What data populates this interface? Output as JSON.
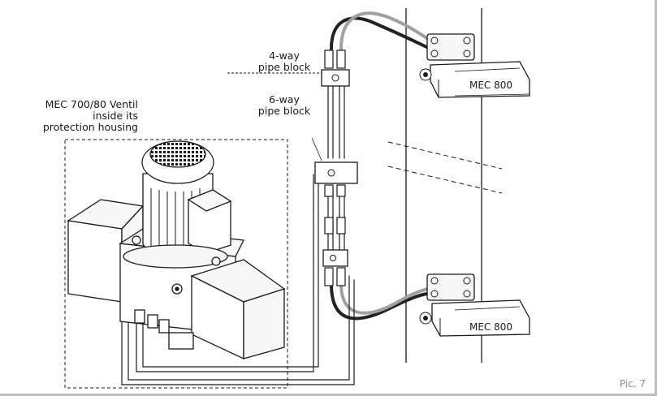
{
  "labels": {
    "valve_title_line1": "MEC 700/80 Ventil",
    "valve_title_line2": "inside its",
    "valve_title_line3": "protection housing",
    "block4_line1": "4-way",
    "block4_line2": "pipe block",
    "block6_line1": "6-way",
    "block6_line2": "pipe block",
    "actuator_top": "MEC 800",
    "actuator_bottom": "MEC 800",
    "figure_id": "Pic. 7"
  },
  "icons": {
    "motor": "electric-motor-icon",
    "valve": "hydraulic-valve-block-icon",
    "actuator": "linear-actuator-icon"
  },
  "colors": {
    "line": "#1a1a1a",
    "hose_dark": "#222222",
    "hose_light": "#9a9a9a",
    "fill_light": "#f7f7f7",
    "caption": "#8a8a8a"
  }
}
